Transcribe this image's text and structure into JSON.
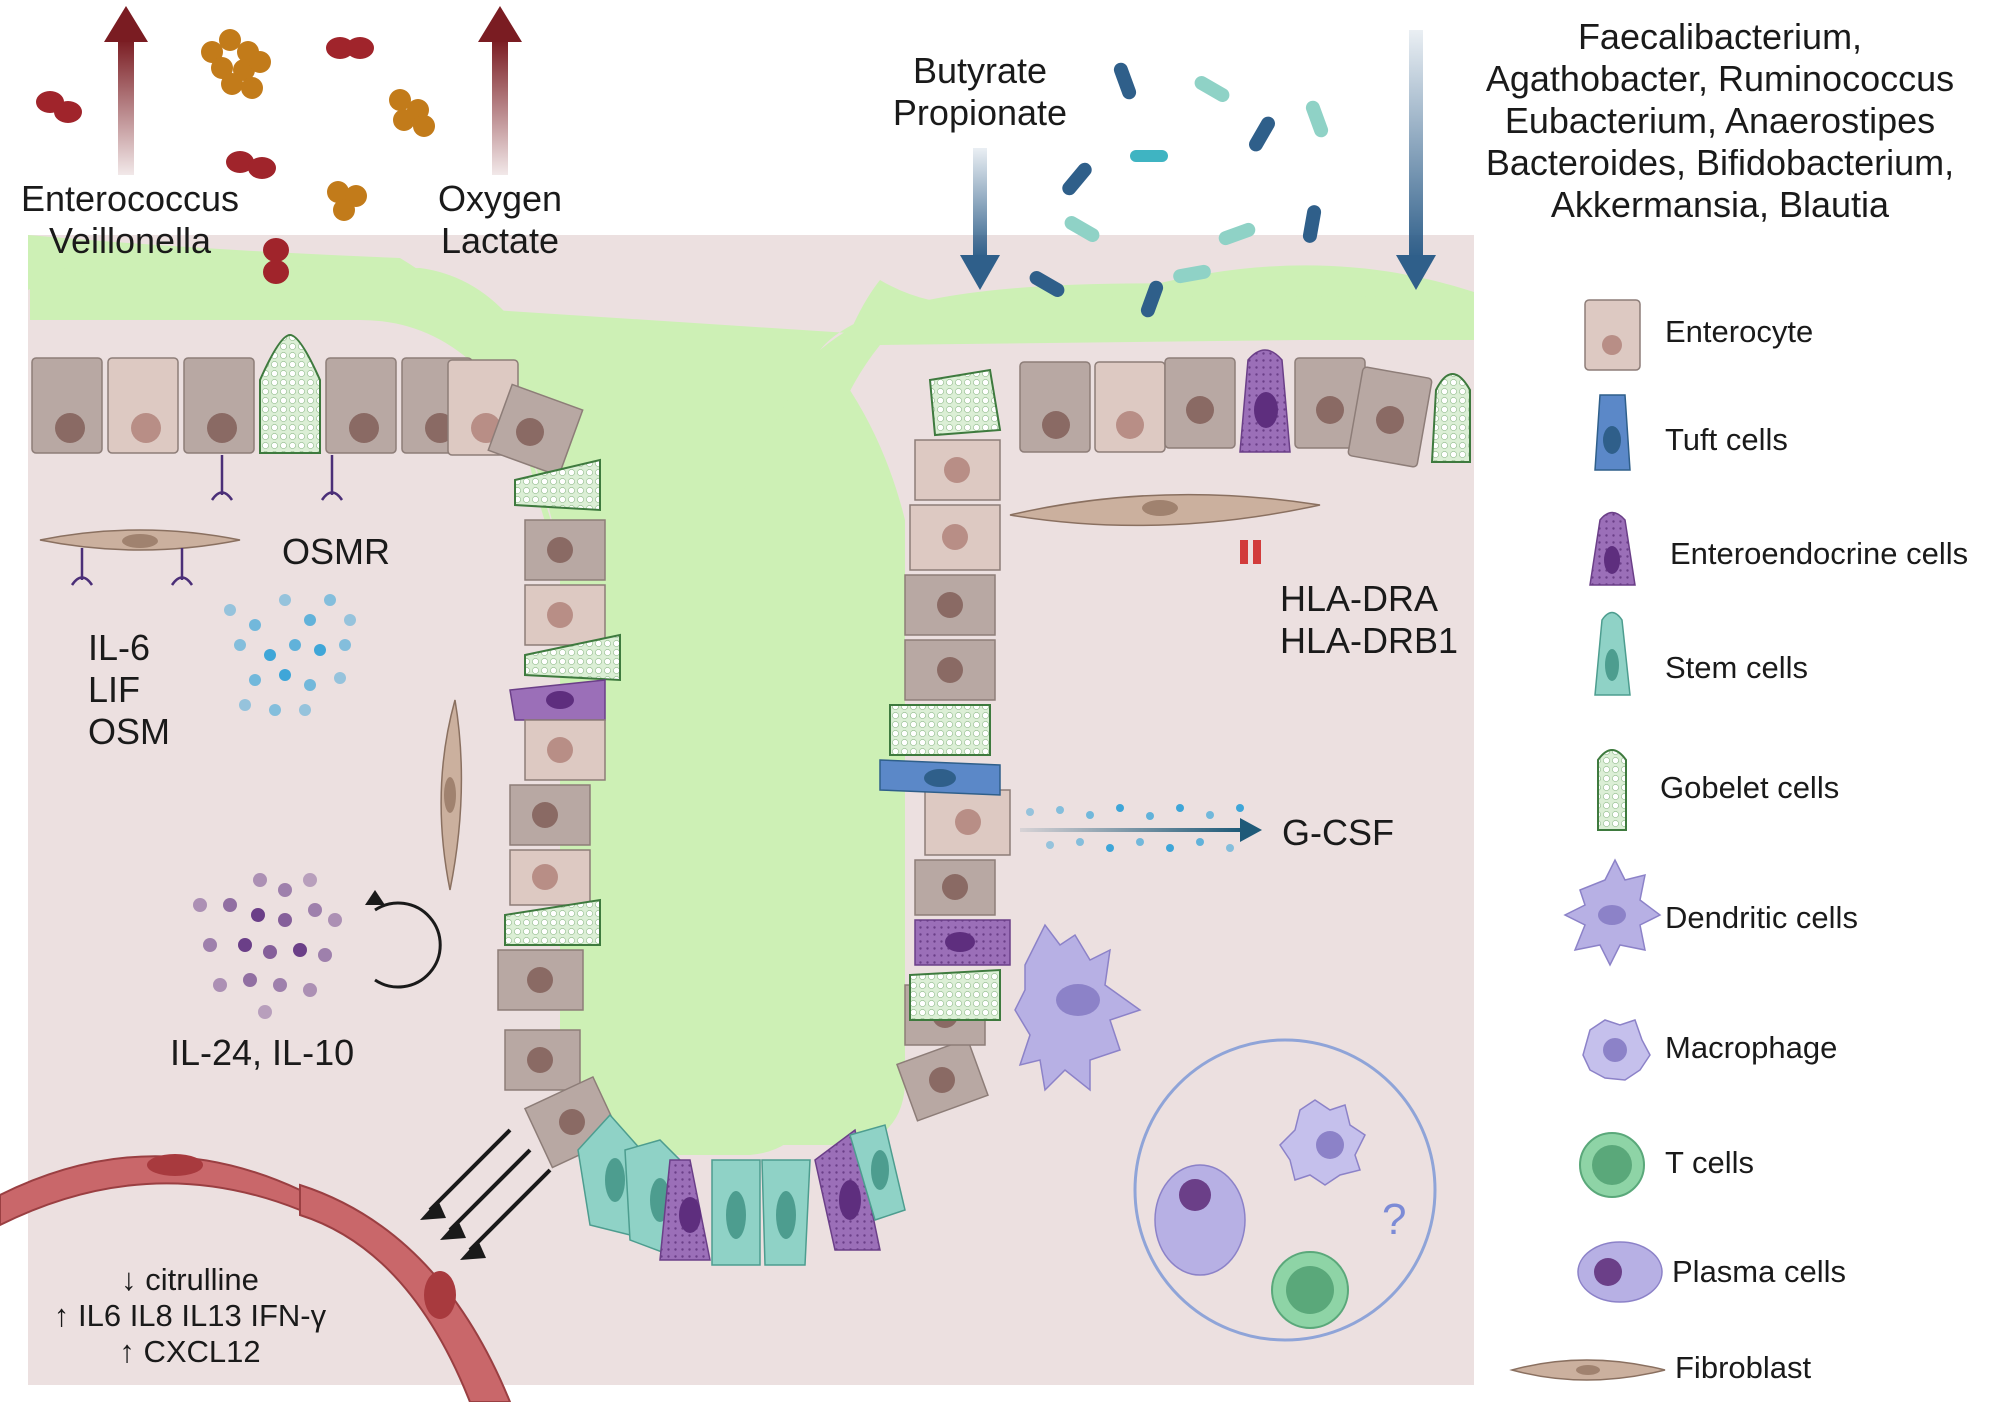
{
  "labels": {
    "top_left_bacteria": [
      "Enterococcus",
      "Veillonella"
    ],
    "top_left_metabolites": [
      "Oxygen",
      "Lactate"
    ],
    "top_right_metabolites": [
      "Butyrate",
      "Propionate"
    ],
    "top_right_bacteria": [
      "Faecalibacterium,",
      "Agathobacter, Ruminococcus",
      "Eubacterium, Anaerostipes",
      "Bacteroides, Bifidobacterium,",
      "Akkermansia, Blautia"
    ],
    "osmr": "OSMR",
    "cytokines_left": [
      "IL-6",
      "LIF",
      "OSM"
    ],
    "il24_il10": "IL-24, IL-10",
    "hla": [
      "HLA-DRA",
      "HLA-DRB1"
    ],
    "gcsf": "G-CSF",
    "vessel_markers": [
      "↓ citrulline",
      "↑ IL6 IL8 IL13 IFN-γ",
      "↑ CXCL12"
    ],
    "question": "?"
  },
  "legend": [
    {
      "icon": "enterocyte-icon",
      "label": "Enterocyte"
    },
    {
      "icon": "tuft-cell-icon",
      "label": "Tuft cells"
    },
    {
      "icon": "enteroendocrine-cell-icon",
      "label": "Enteroendocrine cells"
    },
    {
      "icon": "stem-cell-icon",
      "label": "Stem cells"
    },
    {
      "icon": "goblet-cell-icon",
      "label": "Gobelet cells"
    },
    {
      "icon": "dendritic-cell-icon",
      "label": "Dendritic cells"
    },
    {
      "icon": "macrophage-icon",
      "label": "Macrophage"
    },
    {
      "icon": "t-cell-icon",
      "label": "T cells"
    },
    {
      "icon": "plasma-cell-icon",
      "label": "Plasma cells"
    },
    {
      "icon": "fibroblast-icon",
      "label": "Fibroblast"
    }
  ],
  "colors": {
    "tissue": "#ece0e0",
    "lumen": "#cdf0b5",
    "enterocyte": "#ddc9c2",
    "enterocyte_dark": "#b8a8a3",
    "goblet": "#5a9a5a",
    "enteroendocrine": "#9b6fb8",
    "stem": "#8fd2c6",
    "tuft": "#5b88c8",
    "dendritic": "#b7b0e4",
    "vessel": "#c9676a",
    "red_arrow": "#7a1c22",
    "blue_arrow": "#2f5f8a"
  }
}
